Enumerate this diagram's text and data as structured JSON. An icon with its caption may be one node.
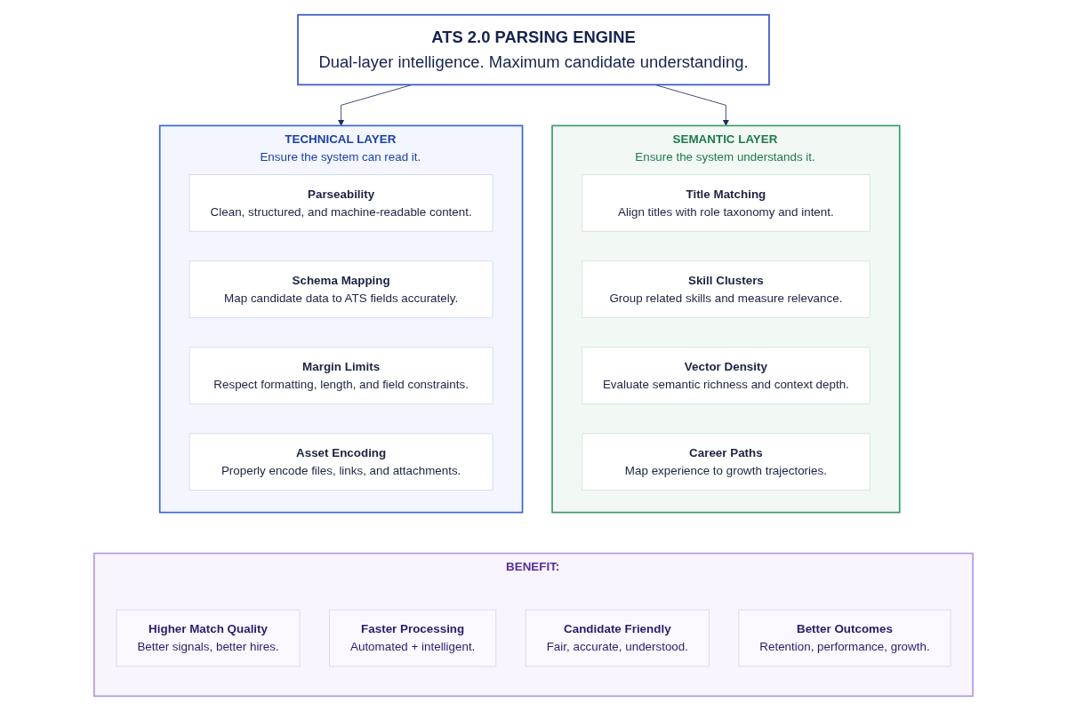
{
  "diagram": {
    "nodes": [
      {
        "text": [
          "ATS 2.0 PARSING ENGINE",
          "Dual-layer intelligence. Maximum candidate understanding."
        ]
      },
      {
        "text": [
          "TECHNICAL LAYER",
          "Ensure the system can read it."
        ]
      },
      {
        "text": [
          "Parseability",
          "Clean, structured, and machine-readable content."
        ],
        "in": 1
      },
      {
        "text": [
          "Schema Mapping",
          "Map candidate data to ATS fields accurately."
        ],
        "in": 1
      },
      {
        "text": [
          "Margin Limits",
          "Respect formatting, length, and field constraints."
        ],
        "in": 1
      },
      {
        "text": [
          "Asset Encoding",
          "Properly encode files, links, and attachments."
        ],
        "in": 1
      },
      {
        "text": [
          "SEMANTIC LAYER",
          "Ensure the system understands it."
        ]
      },
      {
        "text": [
          "Title Matching",
          "Align titles with role taxonomy and intent."
        ],
        "in": 6
      },
      {
        "text": [
          "Skill Clusters",
          "Group related skills and measure relevance."
        ],
        "in": 6
      },
      {
        "text": [
          "Vector Density",
          "Evaluate semantic richness and context depth."
        ],
        "in": 6
      },
      {
        "text": [
          "Career Paths",
          "Map experience to growth trajectories."
        ],
        "in": 6
      },
      {
        "text": [
          "BENEFIT:"
        ]
      },
      {
        "text": [
          "Higher Match Quality",
          "Better signals, better hires."
        ],
        "in": 11
      },
      {
        "text": [
          "Faster Processing",
          "Automated + intelligent."
        ],
        "in": 11
      },
      {
        "text": [
          "Candidate Friendly",
          "Fair, accurate, understood."
        ],
        "in": 11
      },
      {
        "text": [
          "Better Outcomes",
          "Retention, performance, growth."
        ],
        "in": 11
      }
    ],
    "edges": [
      {
        "from": 0,
        "to": 1,
        "arrow": "to"
      },
      {
        "from": 0,
        "to": 6,
        "arrow": "to"
      }
    ]
  }
}
